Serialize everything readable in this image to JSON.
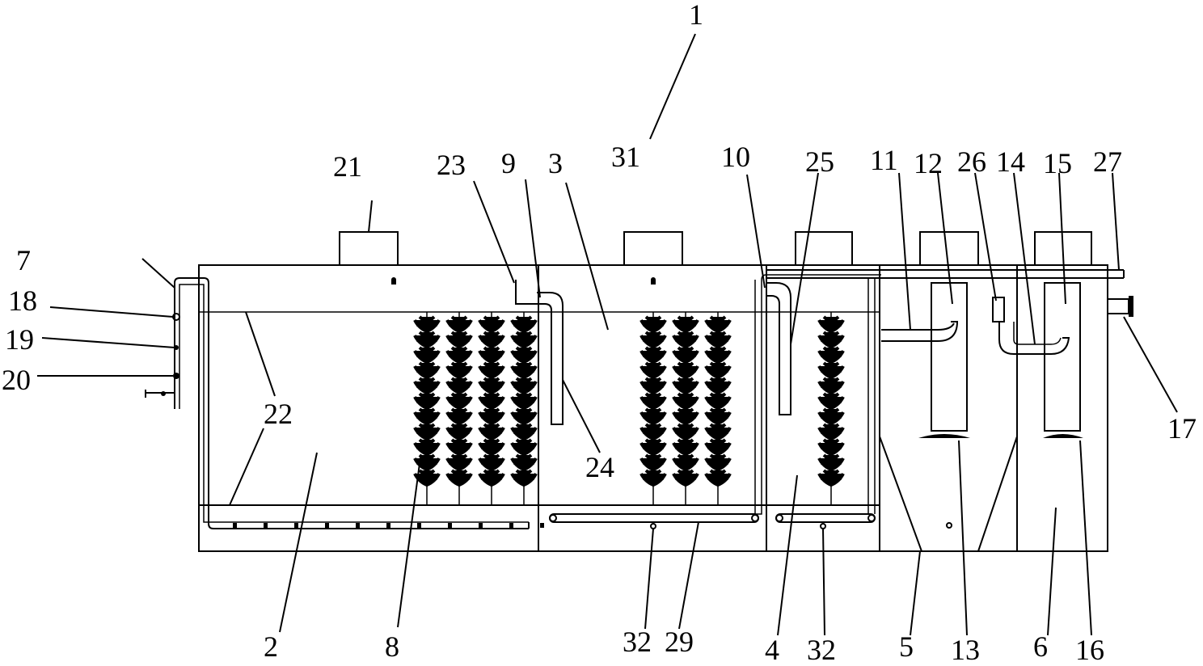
{
  "labels": {
    "l1": "1",
    "l2": "2",
    "l3": "3",
    "l4": "4",
    "l5": "5",
    "l6": "6",
    "l7": "7",
    "l8": "8",
    "l9": "9",
    "l10": "10",
    "l11": "11",
    "l12": "12",
    "l13": "13",
    "l14": "14",
    "l15": "15",
    "l16": "16",
    "l17": "17",
    "l18": "18",
    "l19": "19",
    "l20": "20",
    "l21": "21",
    "l22a": "22",
    "l23": "23",
    "l24": "24",
    "l25": "25",
    "l26": "26",
    "l27": "27",
    "l29": "29",
    "l31": "31",
    "l32a": "32",
    "l32b": "32"
  },
  "media": {
    "tufts_per_column": 11,
    "column_groups": [
      4,
      3,
      1
    ]
  }
}
